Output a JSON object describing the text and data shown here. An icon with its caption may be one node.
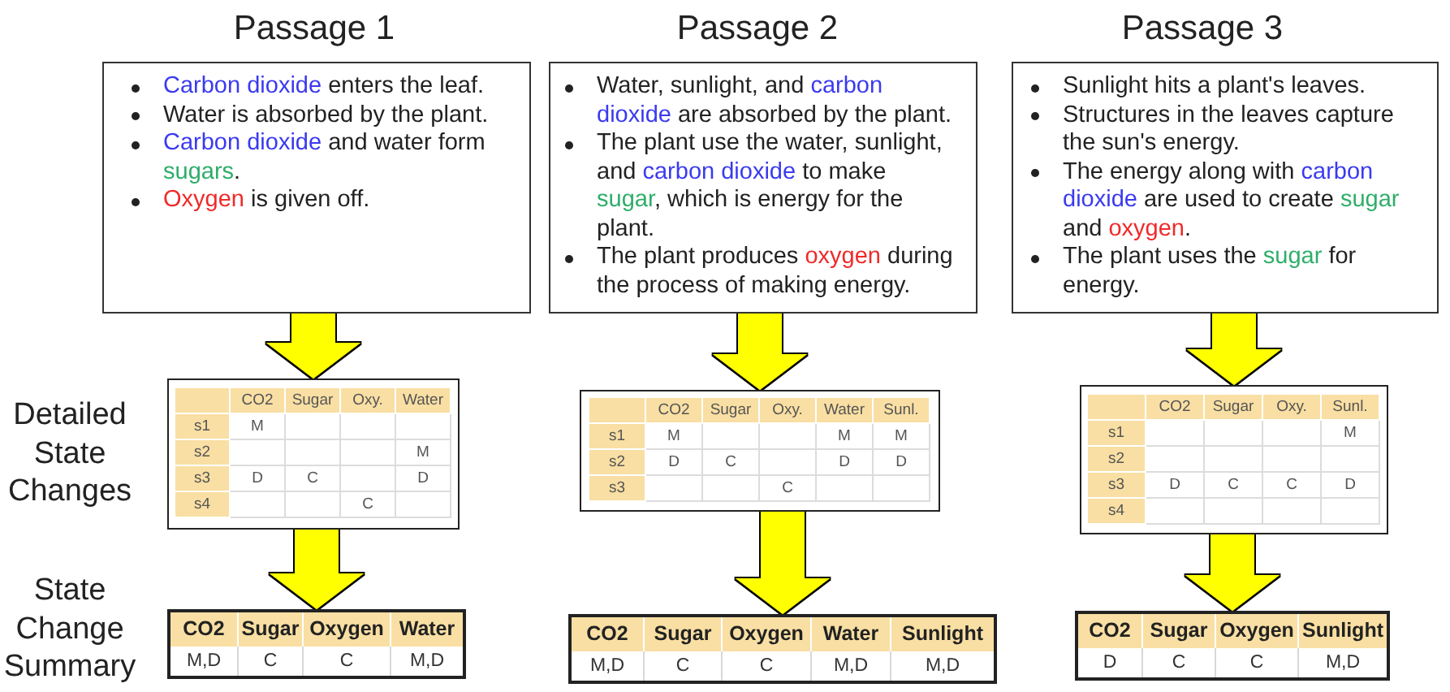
{
  "diagram": {
    "nodes": [
      {
        "text": [
          "Passage 1",
          "Carbon dioxide enters the leaf.",
          "Water is absorbed by the plant.",
          "Carbon dioxide and water form sugars.",
          "Oxygen is given off."
        ]
      },
      {
        "text": [
          "Passage 2",
          "Water, sunlight, and carbon dioxide are absorbed by the plant.",
          "The plant use the water, sunlight, and carbon dioxide to make sugar, which is energy for the plant.",
          "The plant produces oxygen during the process of making energy."
        ]
      },
      {
        "text": [
          "Passage 3",
          "Sunlight hits a plant's leaves.",
          "Structures in the leaves capture the sun's energy.",
          "The energy along with carbon dioxide are used to create sugar and oxygen.",
          "The plant uses the sugar for energy."
        ]
      },
      {
        "text": [],
        "shape": "box"
      },
      {
        "text": [],
        "shape": "box",
        "in": 3
      },
      {
        "text": [
          "CO2"
        ],
        "in": 3
      },
      {
        "text": [
          "Sugar"
        ],
        "in": 3
      },
      {
        "text": [
          "Oxy."
        ],
        "in": 3
      },
      {
        "text": [
          "Water"
        ],
        "in": 3
      },
      {
        "text": [
          "s1"
        ],
        "in": 3
      },
      {
        "text": [
          "M"
        ],
        "in": 3
      },
      {
        "text": [],
        "shape": "box",
        "in": 3
      },
      {
        "text": [],
        "shape": "box",
        "in": 3
      },
      {
        "text": [],
        "shape": "box",
        "in": 3
      },
      {
        "text": [
          "s2"
        ],
        "in": 3
      },
      {
        "text": [],
        "shape": "box",
        "in": 3
      },
      {
        "text": [],
        "shape": "box",
        "in": 3
      },
      {
        "text": [],
        "shape": "box",
        "in": 3
      },
      {
        "text": [
          "M"
        ],
        "in": 3
      },
      {
        "text": [
          "s3"
        ],
        "in": 3
      },
      {
        "text": [
          "D"
        ],
        "in": 3
      },
      {
        "text": [
          "C"
        ],
        "in": 3
      },
      {
        "text": [],
        "shape": "box",
        "in": 3
      },
      {
        "text": [
          "D"
        ],
        "in": 3
      },
      {
        "text": [
          "s4"
        ],
        "in": 3
      },
      {
        "text": [],
        "shape": "box",
        "in": 3
      },
      {
        "text": [],
        "shape": "box",
        "in": 3
      },
      {
        "text": [
          "C"
        ],
        "in": 3
      },
      {
        "text": [],
        "shape": "box",
        "in": 3
      },
      {
        "text": [],
        "shape": "box"
      },
      {
        "text": [],
        "shape": "box",
        "in": 29
      },
      {
        "text": [
          "CO2"
        ],
        "in": 29
      },
      {
        "text": [
          "Sugar"
        ],
        "in": 29
      },
      {
        "text": [
          "Oxy."
        ],
        "in": 29
      },
      {
        "text": [
          "Water"
        ],
        "in": 29
      },
      {
        "text": [
          "Sunl."
        ],
        "in": 29
      },
      {
        "text": [
          "s1"
        ],
        "in": 29
      },
      {
        "text": [
          "M"
        ],
        "in": 29
      },
      {
        "text": [],
        "shape": "box",
        "in": 29
      },
      {
        "text": [],
        "shape": "box",
        "in": 29
      },
      {
        "text": [
          "M"
        ],
        "in": 29
      },
      {
        "text": [
          "M"
        ],
        "in": 29
      },
      {
        "text": [
          "s2"
        ],
        "in": 29
      },
      {
        "text": [
          "D"
        ],
        "in": 29
      },
      {
        "text": [
          "C"
        ],
        "in": 29
      },
      {
        "text": [],
        "shape": "box",
        "in": 29
      },
      {
        "text": [
          "D"
        ],
        "in": 29
      },
      {
        "text": [
          "D"
        ],
        "in": 29
      },
      {
        "text": [
          "s3"
        ],
        "in": 29
      },
      {
        "text": [],
        "shape": "box",
        "in": 29
      },
      {
        "text": [],
        "shape": "box",
        "in": 29
      },
      {
        "text": [
          "C"
        ],
        "in": 29
      },
      {
        "text": [],
        "shape": "box",
        "in": 29
      },
      {
        "text": [],
        "shape": "box",
        "in": 29
      },
      {
        "text": [],
        "shape": "box"
      },
      {
        "text": [],
        "shape": "box",
        "in": 54
      },
      {
        "text": [
          "CO2"
        ],
        "in": 54
      },
      {
        "text": [
          "Sugar"
        ],
        "in": 54
      },
      {
        "text": [
          "Oxy."
        ],
        "in": 54
      },
      {
        "text": [
          "Sunl."
        ],
        "in": 54
      },
      {
        "text": [
          "s1"
        ],
        "in": 54
      },
      {
        "text": [],
        "shape": "box",
        "in": 54
      },
      {
        "text": [],
        "shape": "box",
        "in": 54
      },
      {
        "text": [],
        "shape": "box",
        "in": 54
      },
      {
        "text": [
          "M"
        ],
        "in": 54
      },
      {
        "text": [
          "s2"
        ],
        "in": 54
      },
      {
        "text": [],
        "shape": "box",
        "in": 54
      },
      {
        "text": [],
        "shape": "box",
        "in": 54
      },
      {
        "text": [],
        "shape": "box",
        "in": 54
      },
      {
        "text": [],
        "shape": "box",
        "in": 54
      },
      {
        "text": [
          "s3"
        ],
        "in": 54
      },
      {
        "text": [
          "D"
        ],
        "in": 54
      },
      {
        "text": [
          "C"
        ],
        "in": 54
      },
      {
        "text": [
          "C"
        ],
        "in": 54
      },
      {
        "text": [
          "D"
        ],
        "in": 54
      },
      {
        "text": [
          "s4"
        ],
        "in": 54
      },
      {
        "text": [],
        "shape": "box",
        "in": 54
      },
      {
        "text": [],
        "shape": "box",
        "in": 54
      },
      {
        "text": [],
        "shape": "box",
        "in": 54
      },
      {
        "text": [],
        "shape": "box",
        "in": 54
      },
      {
        "text": [],
        "shape": "box"
      },
      {
        "text": [
          "CO2"
        ],
        "in": 80
      },
      {
        "text": [
          "Sugar"
        ],
        "in": 80
      },
      {
        "text": [
          "Oxygen"
        ],
        "in": 80
      },
      {
        "text": [
          "Water"
        ],
        "in": 80
      },
      {
        "text": [
          "M,D"
        ],
        "in": 80
      },
      {
        "text": [
          "C"
        ],
        "in": 80
      },
      {
        "text": [
          "C"
        ],
        "in": 80
      },
      {
        "text": [
          "M,D"
        ],
        "in": 80
      },
      {
        "text": [],
        "shape": "box"
      },
      {
        "text": [
          "CO2"
        ],
        "in": 89
      },
      {
        "text": [
          "Sugar"
        ],
        "in": 89
      },
      {
        "text": [
          "Oxygen"
        ],
        "in": 89
      },
      {
        "text": [
          "Water"
        ],
        "in": 89
      },
      {
        "text": [
          "Sunlight"
        ],
        "in": 89
      },
      {
        "text": [
          "M,D"
        ],
        "in": 89
      },
      {
        "text": [
          "C"
        ],
        "in": 89
      },
      {
        "text": [
          "C"
        ],
        "in": 89
      },
      {
        "text": [
          "M,D"
        ],
        "in": 89
      },
      {
        "text": [
          "M,D"
        ],
        "in": 89
      },
      {
        "text": [],
        "shape": "box"
      },
      {
        "text": [
          "CO2"
        ],
        "in": 100
      },
      {
        "text": [
          "Sugar"
        ],
        "in": 100
      },
      {
        "text": [
          "Oxygen"
        ],
        "in": 100
      },
      {
        "text": [
          "Sunlight"
        ],
        "in": 100
      },
      {
        "text": [
          "D"
        ],
        "in": 100
      },
      {
        "text": [
          "C"
        ],
        "in": 100
      },
      {
        "text": [
          "C"
        ],
        "in": 100
      },
      {
        "text": [
          "M,D"
        ],
        "in": 100
      }
    ],
    "edges": [
      {
        "from": 0,
        "to": 3,
        "arrow": "to"
      },
      {
        "from": 1,
        "to": 29,
        "arrow": "to"
      },
      {
        "from": 2,
        "to": 54,
        "arrow": "to"
      },
      {
        "from": 3,
        "to": 80,
        "arrow": "to"
      },
      {
        "from": 29,
        "to": 89,
        "arrow": "to"
      },
      {
        "from": 54,
        "to": 100,
        "arrow": "to"
      }
    ],
    "labels": [
      "Detailed State Changes",
      "State Change Summary"
    ]
  }
}
